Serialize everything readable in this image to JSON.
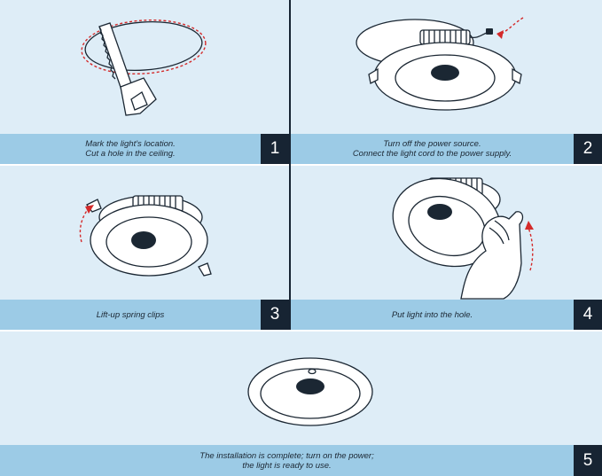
{
  "steps": [
    {
      "number": "1",
      "caption_lines": [
        "Mark the light's location.",
        "Cut a hole in the ceiling."
      ]
    },
    {
      "number": "2",
      "caption_lines": [
        "Turn off the power source.",
        "Connect the light cord to the power supply."
      ]
    },
    {
      "number": "3",
      "caption_lines": [
        "Lift-up spring clips"
      ]
    },
    {
      "number": "4",
      "caption_lines": [
        "Put light into the hole."
      ]
    },
    {
      "number": "5",
      "caption_lines": [
        "The installation is complete; turn on the power;",
        "the light is ready to use."
      ]
    }
  ],
  "colors": {
    "panel_bg": "#deedf7",
    "caption_bg": "#9ccbe6",
    "number_bg": "#172433",
    "outline": "#1b2733",
    "arrow": "#d42a2a"
  }
}
